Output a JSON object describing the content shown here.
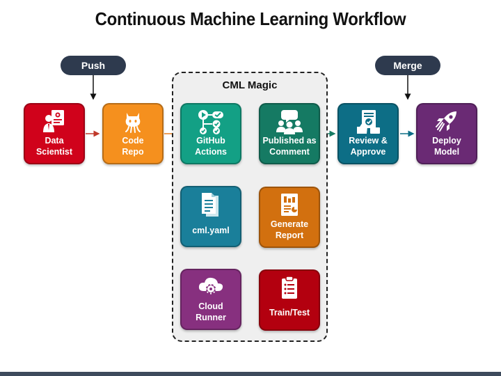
{
  "title": "Continuous Machine Learning Workflow",
  "pills": {
    "push": "Push",
    "merge": "Merge"
  },
  "group": {
    "label": "CML Magic"
  },
  "nodes": {
    "data_scientist": {
      "line1": "Data",
      "line2": "Scientist",
      "color": "#d0021b",
      "icon": "scientist-icon"
    },
    "code_repo": {
      "line1": "Code",
      "line2": "Repo",
      "color": "#f5901e",
      "icon": "github-octocat-icon"
    },
    "github_actions": {
      "line1": "GitHub",
      "line2": "Actions",
      "color": "#13a085",
      "icon": "workflow-icon"
    },
    "published": {
      "line1": "Published as",
      "line2": "Comment",
      "color": "#157a63",
      "icon": "people-comment-icon"
    },
    "review": {
      "line1": "Review &",
      "line2": "Approve",
      "color": "#0d6e86",
      "icon": "approval-icon"
    },
    "deploy": {
      "line1": "Deploy",
      "line2": "Model",
      "color": "#6a2a74",
      "icon": "rocket-icon"
    },
    "cml_yaml": {
      "line1": "cml.yaml",
      "color": "#1a7f9a",
      "icon": "document-icon"
    },
    "report": {
      "line1": "Generate",
      "line2": "Report",
      "color": "#d2700f",
      "icon": "report-icon"
    },
    "cloud": {
      "line1": "Cloud",
      "line2": "Runner",
      "color": "#87307f",
      "icon": "cloud-gear-icon"
    },
    "train": {
      "line1": "Train/Test",
      "color": "#b3000f",
      "icon": "clipboard-icon"
    }
  }
}
